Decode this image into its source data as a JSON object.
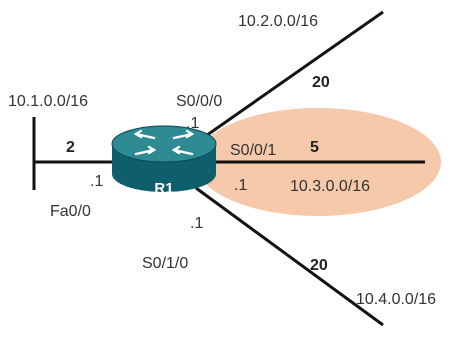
{
  "diagram": {
    "router": {
      "name": "R1"
    },
    "networks": [
      {
        "id": "n1",
        "label": "10.1.0.0/16"
      },
      {
        "id": "n2",
        "label": "10.2.0.0/16"
      },
      {
        "id": "n3",
        "label": "10.3.0.0/16"
      },
      {
        "id": "n4",
        "label": "10.4.0.0/16"
      }
    ],
    "interfaces": [
      {
        "name": "Fa0/0",
        "host": ".1"
      },
      {
        "name": "S0/0/0",
        "host": ".1"
      },
      {
        "name": "S0/0/1",
        "host": ".1"
      },
      {
        "name": "S0/1/0",
        "host": ".1"
      }
    ],
    "costs": [
      "2",
      "20",
      "5",
      "20"
    ],
    "colors": {
      "router_top": "#2e8a93",
      "router_side": "#0f5e6b",
      "highlight": "#f5c9a9",
      "link": "#111111"
    }
  }
}
